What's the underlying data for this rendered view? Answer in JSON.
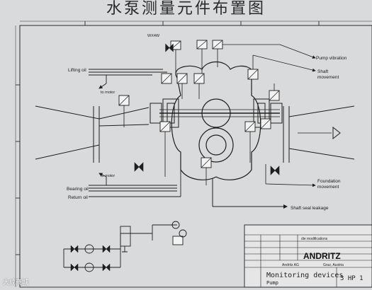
{
  "title": "水泵测量元件布置图",
  "labels": {
    "pump_vibration": "Pump vibration",
    "shaft_movement_1": "Shaft",
    "shaft_movement_2": "movement",
    "lifting_oil": "Lifting oil",
    "to_motor_top": "to motor",
    "to_motor_bottom": "to motor",
    "bearing_oil": "Bearing oil",
    "return_oil": "Return oil",
    "shaft_seal_leakage": "Shaft seal leakage",
    "foundation_1": "Foundation",
    "foundation_2": "movement",
    "top_tag": "WX4W"
  },
  "title_block": {
    "revision_header": "die modifications",
    "logo": "ANDRITZ",
    "company_1": "Andritz AG",
    "company_2": "Graz, Austria",
    "document_title": "Monitoring devices",
    "document_subtitle": "Pump",
    "sheet": "3 HP 1"
  },
  "watermark": "大成商城",
  "colors": {
    "paper": "#d9dadc",
    "ink": "#1e1e1e"
  }
}
